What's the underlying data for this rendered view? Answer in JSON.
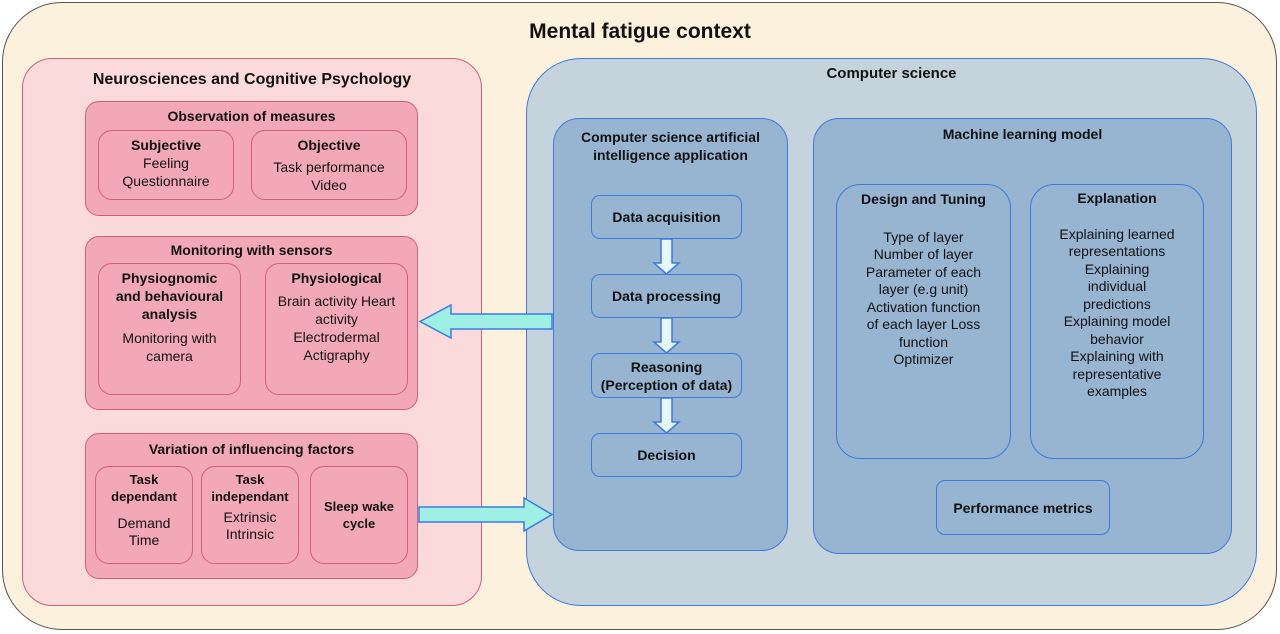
{
  "title": "Mental fatigue context",
  "neuro": {
    "title": "Neurosciences and Cognitive Psychology",
    "observation": {
      "title": "Observation of measures",
      "subjective": {
        "title": "Subjective",
        "lines": [
          "Feeling",
          "Questionnaire"
        ]
      },
      "objective": {
        "title": "Objective",
        "lines": [
          "Task performance",
          "Video"
        ]
      }
    },
    "monitoring": {
      "title": "Monitoring with sensors",
      "physiognomic": {
        "title_lines": [
          "Physiognomic",
          "and behavioural",
          "analysis"
        ],
        "lines": [
          "Monitoring with",
          "camera"
        ]
      },
      "physiological": {
        "title": "Physiological",
        "lines": [
          "Brain activity Heart",
          "activity",
          "Electrodermal",
          "Actigraphy"
        ]
      }
    },
    "variation": {
      "title": "Variation of influencing factors",
      "task_dependant": {
        "title_lines": [
          "Task",
          "dependant"
        ],
        "lines": [
          "Demand",
          "Time"
        ]
      },
      "task_independant": {
        "title_lines": [
          "Task",
          "independant"
        ],
        "lines": [
          "Extrinsic",
          "Intrinsic"
        ]
      },
      "sleep": {
        "title_lines": [
          "Sleep wake",
          "cycle"
        ]
      }
    }
  },
  "cs": {
    "title": "Computer science",
    "ai_app": {
      "title_lines": [
        "Computer science artificial",
        "intelligence application"
      ],
      "steps": {
        "acquisition": "Data acquisition",
        "processing": "Data processing",
        "reasoning_1": "Reasoning",
        "reasoning_2": "(Perception of data)",
        "decision": "Decision"
      }
    },
    "ml": {
      "title": "Machine learning model",
      "design": {
        "title": "Design and Tuning",
        "lines": [
          "Type of layer",
          "Number of layer",
          "Parameter of each",
          "layer (e.g unit)",
          "Activation function",
          "of each layer Loss",
          "function",
          "Optimizer"
        ]
      },
      "explanation": {
        "title": "Explanation",
        "lines": [
          "Explaining learned",
          "representations",
          "Explaining",
          "individual",
          "predictions",
          "Explaining model",
          "behavior",
          "Explaining with",
          "representative",
          "examples"
        ]
      },
      "performance": "Performance metrics"
    }
  },
  "colors": {
    "context_bg": "#fbf1dc",
    "neuro_bg": "#fadada",
    "neuro_item": "#f2a8b6",
    "neuro_border": "#d45f78",
    "cs_bg": "#c5d3dc",
    "cs_item": "#97b4d1",
    "cs_border": "#3b7be0",
    "arrow_fill": "#9ff0e4"
  }
}
